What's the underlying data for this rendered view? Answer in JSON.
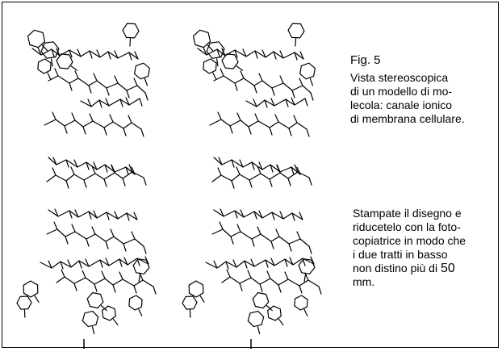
{
  "figure": {
    "title": "Fig. 5",
    "caption_lines": [
      "Vista stereoscopica",
      "di un modello di mo-",
      "lecola: canale ionico",
      "di membrana cellulare."
    ],
    "instruction_lines": [
      "Stampate il disegno e",
      "riducetelo con la foto-",
      "copiatrice in modo che",
      "i due tratti in basso",
      "non distino più di"
    ],
    "distance_value": "50",
    "distance_unit": "mm."
  },
  "colors": {
    "ink": "#000000",
    "background": "#ffffff"
  }
}
